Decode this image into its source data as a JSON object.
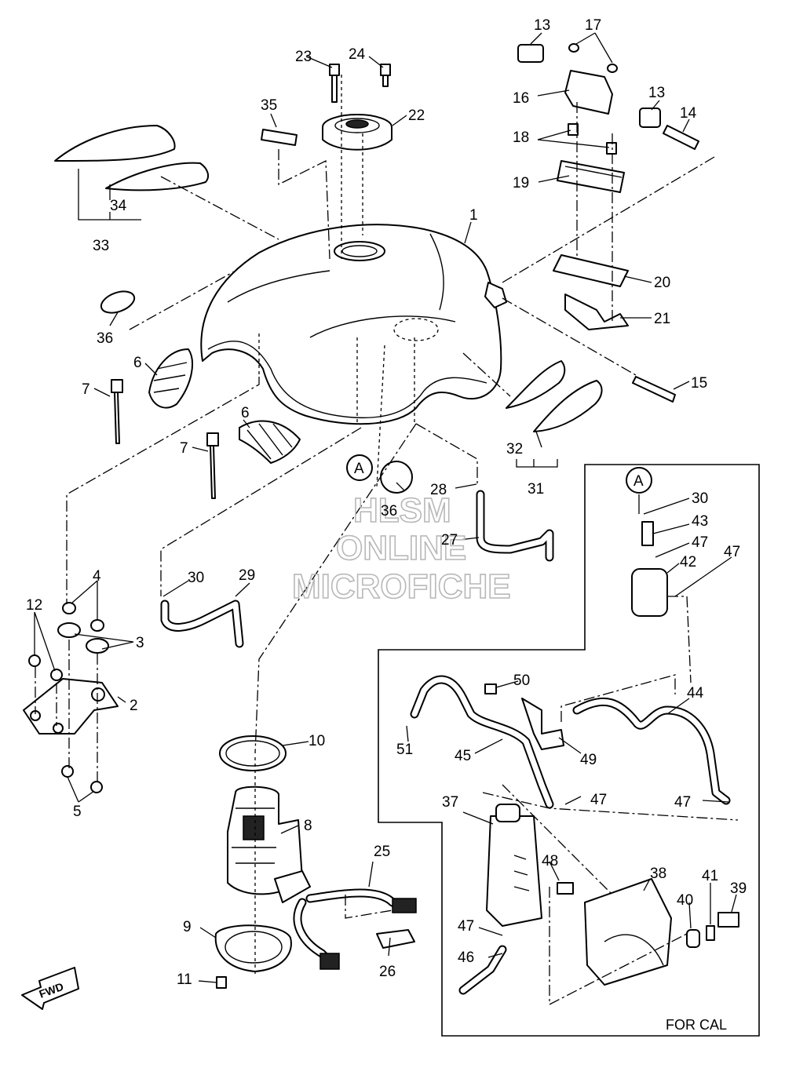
{
  "callouts": {
    "n1": "1",
    "n2": "2",
    "n3": "3",
    "n4": "4",
    "n5": "5",
    "n6a": "6",
    "n6b": "6",
    "n7a": "7",
    "n7b": "7",
    "n8": "8",
    "n9": "9",
    "n10": "10",
    "n11": "11",
    "n12": "12",
    "n13a": "13",
    "n13b": "13",
    "n14": "14",
    "n15": "15",
    "n16": "16",
    "n17": "17",
    "n18": "18",
    "n19": "19",
    "n20": "20",
    "n21": "21",
    "n22": "22",
    "n23": "23",
    "n24": "24",
    "n25": "25",
    "n26": "26",
    "n27": "27",
    "n28": "28",
    "n29": "29",
    "n30a": "30",
    "n30b": "30",
    "n31": "31",
    "n32": "32",
    "n33": "33",
    "n34": "34",
    "n35": "35",
    "n36a": "36",
    "n36b": "36",
    "n37": "37",
    "n38": "38",
    "n39": "39",
    "n40": "40",
    "n41": "41",
    "n42": "42",
    "n43": "43",
    "n44": "44",
    "n45": "45",
    "n46": "46",
    "n47a": "47",
    "n47b": "47",
    "n47c": "47",
    "n47d": "47",
    "n47e": "47",
    "n48": "48",
    "n49": "49",
    "n50": "50",
    "n51": "51"
  },
  "markers": {
    "a1": "A",
    "a2": "A"
  },
  "notes": {
    "for_cal": "FOR CAL",
    "fwd": "FWD"
  },
  "watermark": {
    "line1": "HLSM",
    "line2": "ONLINE",
    "line3": "MICROFICHE"
  }
}
